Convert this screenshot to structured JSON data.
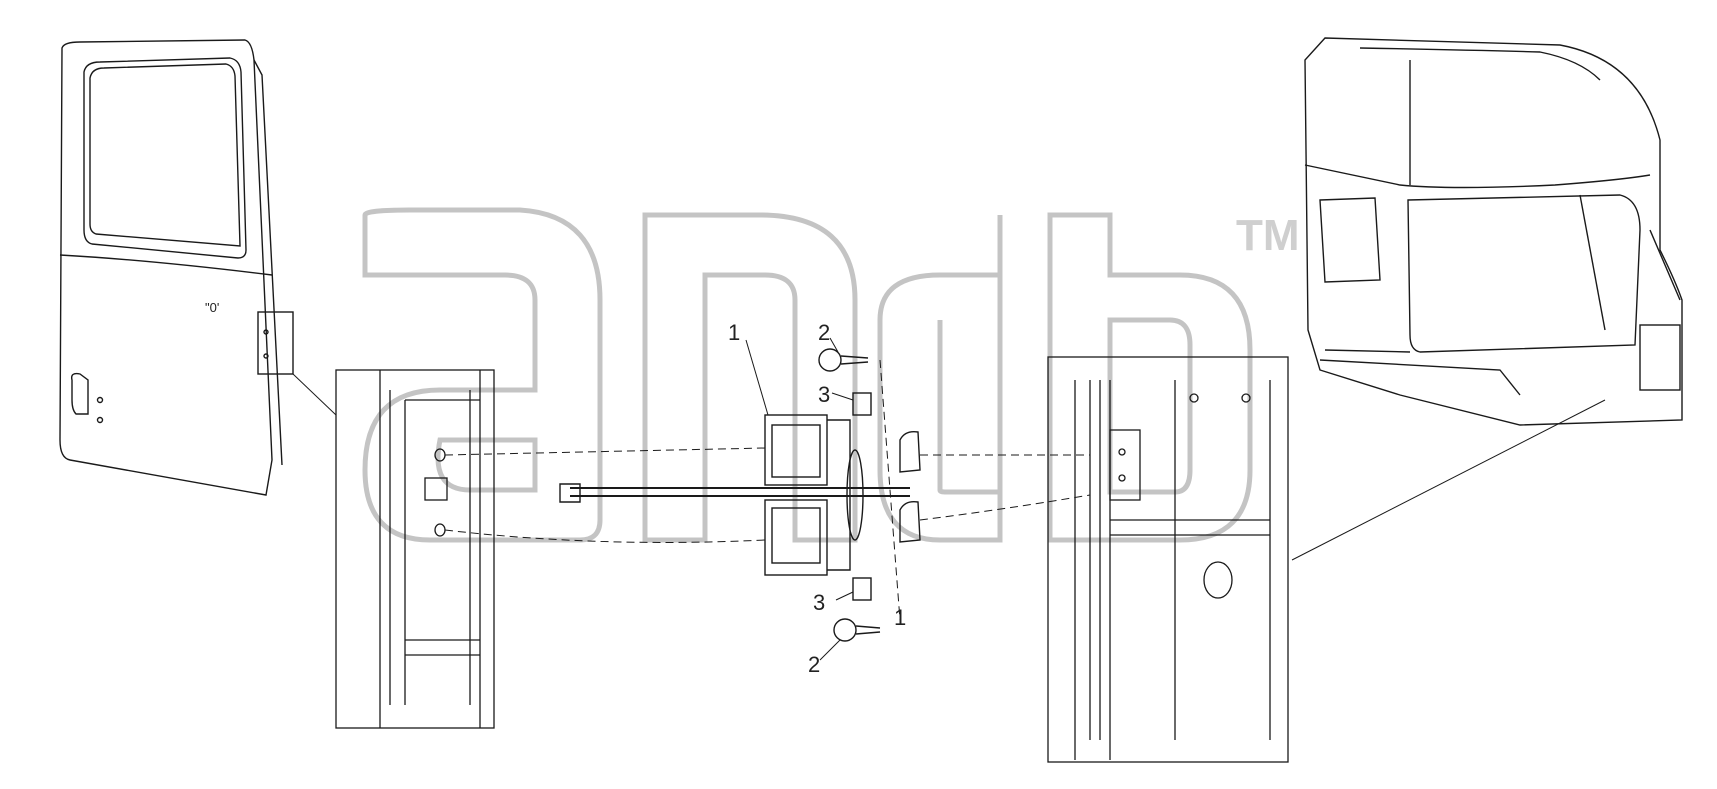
{
  "diagram": {
    "callouts": [
      {
        "id": "part-1",
        "label": "1"
      },
      {
        "id": "part-2-top",
        "label": "2"
      },
      {
        "id": "part-3-top",
        "label": "3"
      },
      {
        "id": "part-3-bottom",
        "label": "3"
      },
      {
        "id": "part-1-bottom",
        "label": "1"
      },
      {
        "id": "part-2-bottom",
        "label": "2"
      }
    ],
    "watermark": {
      "trademark": "TM",
      "color": "#c8c8c8"
    },
    "line_color": "#1a1a1a",
    "background": "#ffffff"
  }
}
